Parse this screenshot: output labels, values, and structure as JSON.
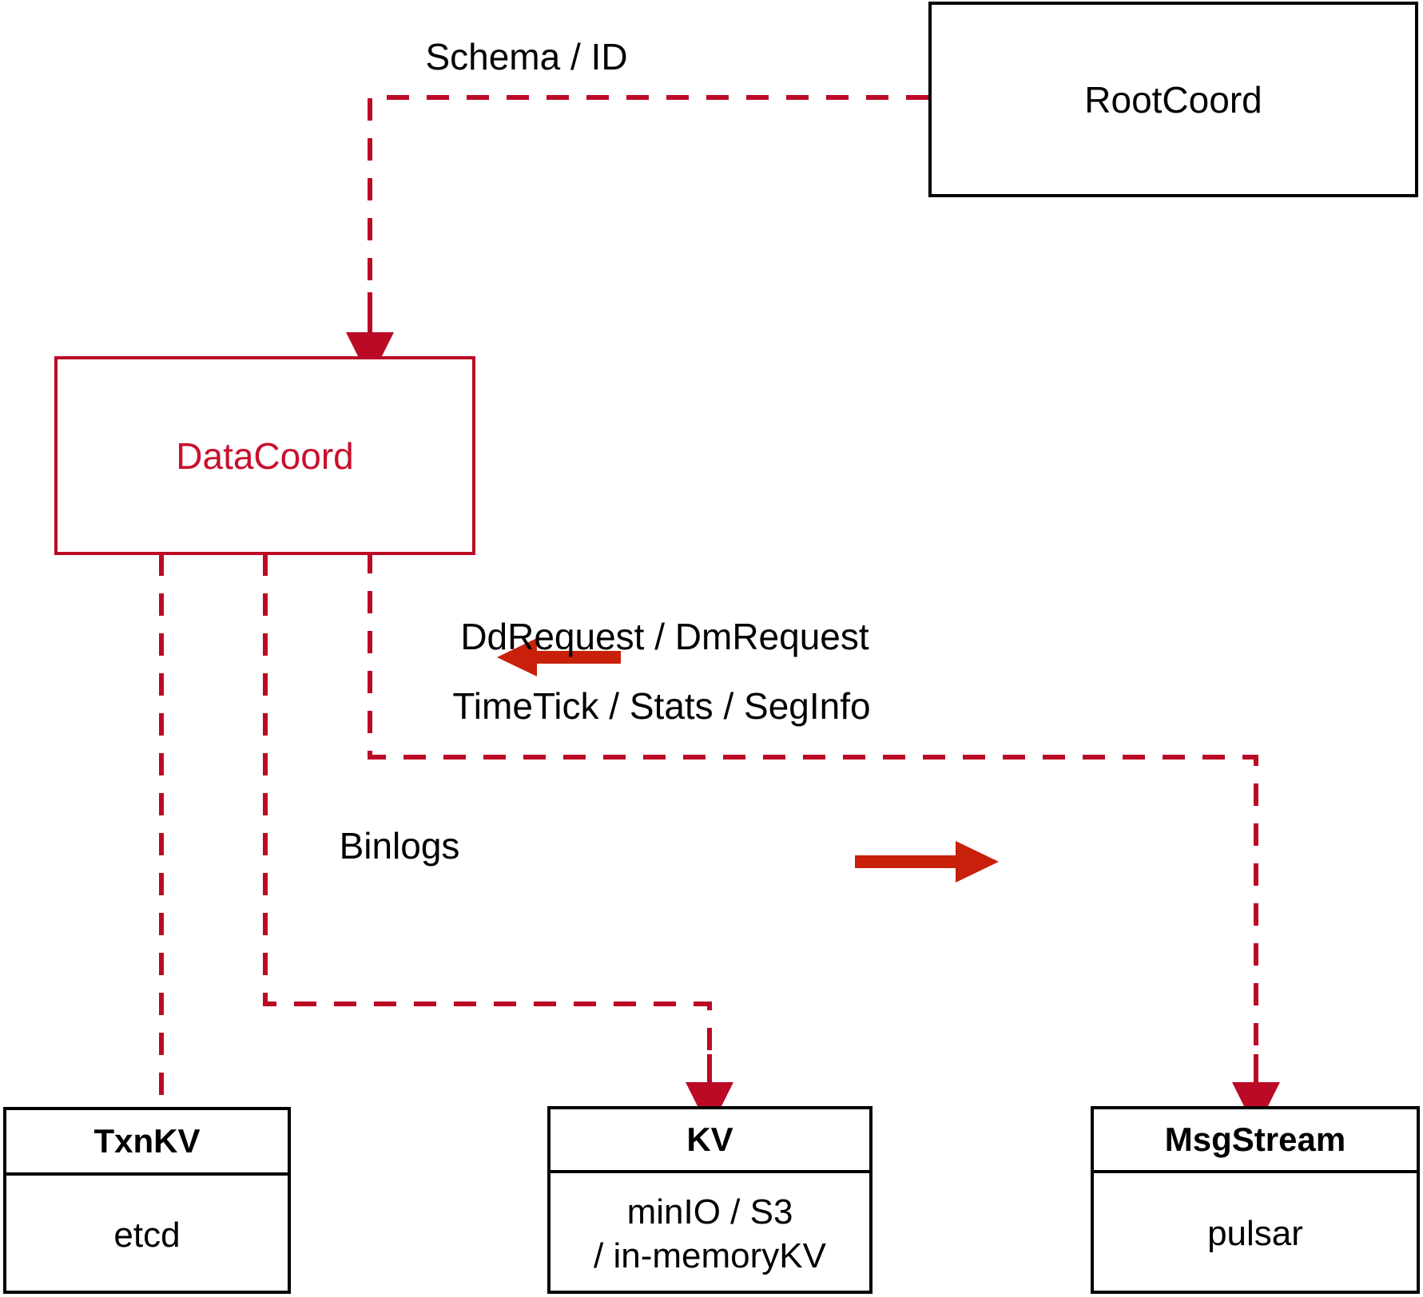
{
  "diagram": {
    "title": "DataCoord component interaction diagram",
    "colors": {
      "dashed_red": "#bb0a26",
      "solid_arrow_red": "#c8200a",
      "node_red": "#c8102e",
      "node_black": "#000000",
      "background": "#ffffff"
    },
    "nodes": [
      {
        "id": "rootcoord",
        "name": "RootCoord",
        "title": "RootCoord",
        "style": "black",
        "sections": []
      },
      {
        "id": "datacoord",
        "name": "DataCoord",
        "title": "DataCoord",
        "style": "red",
        "sections": []
      },
      {
        "id": "txnkv",
        "name": "TxnKV",
        "title": "TxnKV",
        "style": "black",
        "sections": [
          "etcd"
        ]
      },
      {
        "id": "kv",
        "name": "KV",
        "title": "KV",
        "style": "black",
        "sections": [
          "minIO / S3",
          "/ in-memoryKV"
        ]
      },
      {
        "id": "msgstream",
        "name": "MsgStream",
        "title": "MsgStream",
        "style": "black",
        "sections": [
          "pulsar"
        ]
      }
    ],
    "edge_labels": [
      {
        "id": "schema-id",
        "text": "Schema / ID"
      },
      {
        "id": "dd-dm-request",
        "text": "DdRequest / DmRequest"
      },
      {
        "id": "timetick-stats-seginfo",
        "text": "TimeTick / Stats / SegInfo"
      },
      {
        "id": "binlogs",
        "text": "Binlogs"
      }
    ]
  }
}
